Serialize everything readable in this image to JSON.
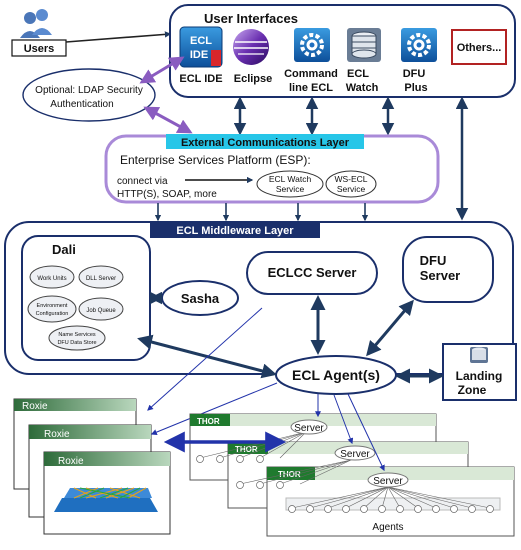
{
  "users": {
    "label": "Users"
  },
  "ldap": {
    "line1": "Optional: LDAP Security",
    "line2": "Authentication"
  },
  "user_interfaces": {
    "title": "User Interfaces",
    "items": [
      {
        "line1": "ECL IDE",
        "line2": ""
      },
      {
        "line1": "Eclipse",
        "line2": ""
      },
      {
        "line1": "Command",
        "line2": "line ECL"
      },
      {
        "line1": "ECL",
        "line2": "Watch"
      },
      {
        "line1": "DFU",
        "line2": "Plus"
      }
    ],
    "others": "Others...",
    "ecl_ide_logo": {
      "top": "ECL",
      "bottom": "IDE"
    }
  },
  "ext_comm": {
    "title": "External Communications Layer",
    "esp": "Enterprise Services Platform (ESP):",
    "connect_line1": "connect via",
    "connect_line2": "HTTP(S), SOAP, more",
    "svc1_line1": "ECL Watch",
    "svc1_line2": "Service",
    "svc2_line1": "WS-ECL",
    "svc2_line2": "Service"
  },
  "middleware": {
    "title": "ECL Middleware Layer",
    "dali": "Dali",
    "dali_items": [
      {
        "line1": "Work Units",
        "line2": ""
      },
      {
        "line1": "DLL Server",
        "line2": ""
      },
      {
        "line1": "Environment",
        "line2": "Configuration"
      },
      {
        "line1": "Job Queue",
        "line2": ""
      },
      {
        "line1": "Name Services",
        "line2": "DFU Data Store"
      }
    ],
    "sasha": "Sasha",
    "eclcc": "ECLCC Server",
    "dfu_line1": "DFU",
    "dfu_line2": "Server"
  },
  "ecl_agent": "ECL Agent(s)",
  "landing_zone": {
    "line1": "Landing",
    "line2": "Zone"
  },
  "roxie": {
    "labels": [
      "Roxie",
      "Roxie",
      "Roxie"
    ]
  },
  "thor": {
    "labels": [
      "THOR",
      "THOR",
      "THOR"
    ],
    "server": "Server",
    "agents": "Agents"
  },
  "colors": {
    "navy": "#1a2f6b",
    "purple": "#8a5cc0",
    "cyan": "#27c6e8",
    "arrow": "#1f3a5f",
    "roxie_green": "#2e6b3a",
    "thor_green": "#1f7a2e",
    "others_red": "#b22222"
  }
}
